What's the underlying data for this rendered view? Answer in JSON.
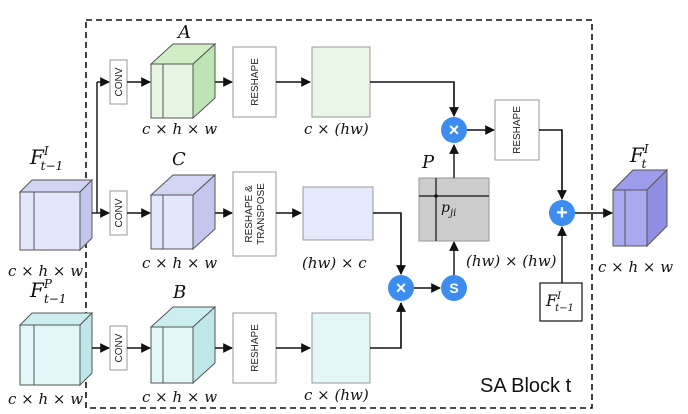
{
  "block_label": "SA Block t",
  "inputs": {
    "f_i_tminus1": "F",
    "f_i_tminus1_sup": "I",
    "f_i_tminus1_sub": "t−1",
    "f_p_tminus1": "F",
    "f_p_tminus1_sup": "P",
    "f_p_tminus1_sub": "t−1",
    "dim": "c × h × w"
  },
  "branches": {
    "a_label": "A",
    "c_label": "C",
    "b_label": "B",
    "dim": "c × h × w"
  },
  "ops": {
    "conv": "CONV",
    "reshape": "RESHAPE",
    "reshape_transpose_1": "RESHAPE &",
    "reshape_transpose_2": "TRANSPOSE",
    "multiply": "×",
    "softmax": "S",
    "add": "+"
  },
  "matrices": {
    "top_dim": "c × (hw)",
    "mid_dim": "(hw) × c",
    "bot_dim": "c × (hw)",
    "p_label": "P",
    "p_element": "p",
    "p_element_sub": "ji",
    "p_dim": "(hw) × (hw)"
  },
  "output": {
    "f_t": "F",
    "f_t_sup": "I",
    "f_t_sub": "t",
    "dim": "c × h × w"
  },
  "residual": {
    "f": "F",
    "sup": "I",
    "sub": "t−1"
  },
  "colors": {
    "a_face": "#e6f6e2",
    "c_face": "#e4e6fb",
    "b_face": "#e2f7f8",
    "out_face": "#a9a9f0",
    "mat_a": "#eaf7e6",
    "mat_c": "#e6e8fb",
    "mat_b": "#e3f7f8",
    "p_fill": "#cccccc",
    "op_circle": "#3d8cf0"
  }
}
